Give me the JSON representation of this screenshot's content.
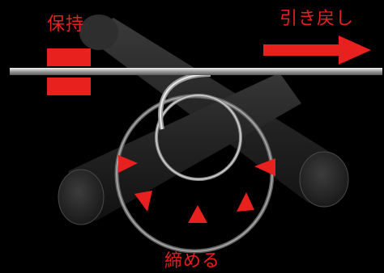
{
  "labels": {
    "hold": "保持",
    "pull_back": "引き戻し",
    "tighten": "締める"
  },
  "colors": {
    "background": "#000000",
    "accent_red": "#e8201e",
    "cylinder_dark": "#2b2b2b",
    "wire_silver": "#c8c8c8"
  }
}
